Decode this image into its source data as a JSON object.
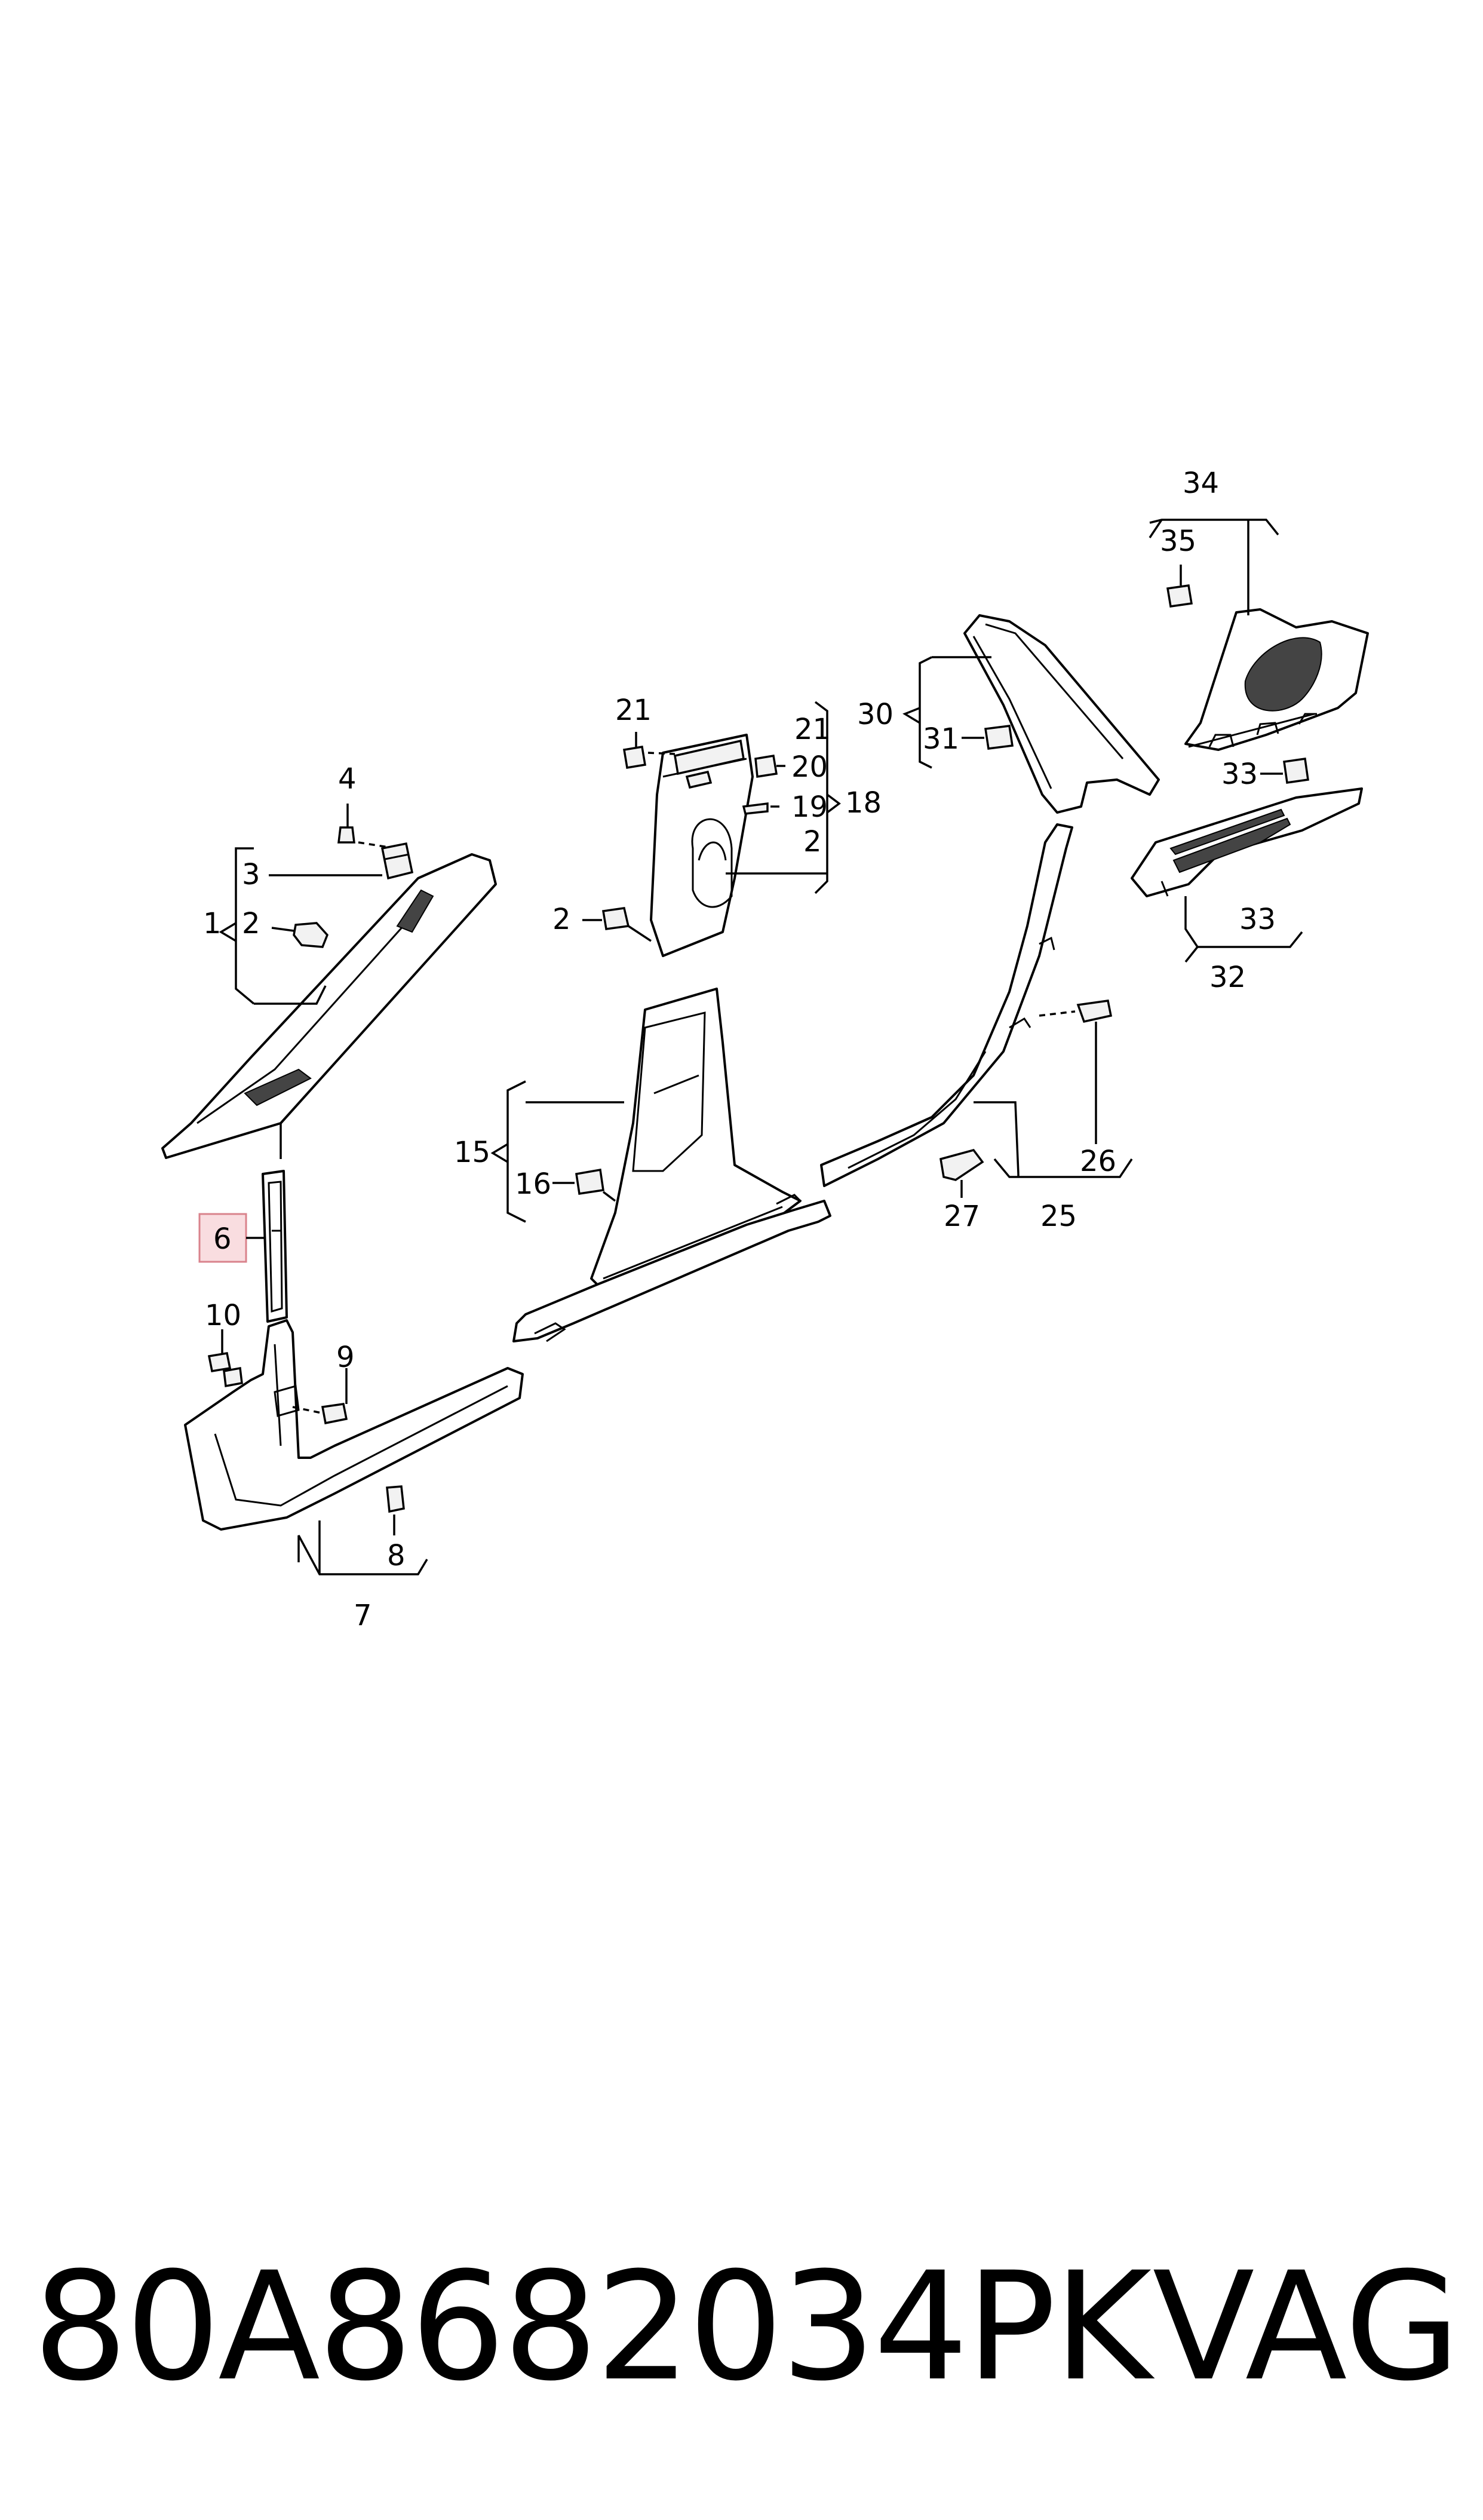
{
  "diagram": {
    "callouts": [
      "1",
      "2",
      "3",
      "4",
      "6",
      "7",
      "8",
      "9",
      "10",
      "15",
      "16",
      "2",
      "21",
      "21",
      "20",
      "19",
      "18",
      "2",
      "30",
      "31",
      "25",
      "26",
      "27",
      "34",
      "35",
      "33",
      "33",
      "32"
    ]
  },
  "footer": {
    "part_number": "80A8682034PK",
    "brand": "VAG"
  },
  "colors": {
    "line": "#000000",
    "highlight_fill": "#f9dde0",
    "highlight_border": "#d9838c"
  }
}
